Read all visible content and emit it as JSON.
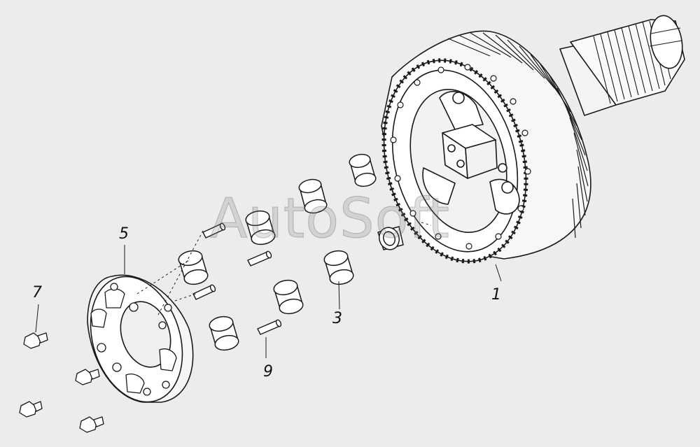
{
  "watermark": "AutoSoft",
  "callouts": {
    "part_1": "1",
    "part_3": "3",
    "part_5": "5",
    "part_7": "7",
    "part_9": "9"
  },
  "colors": {
    "background": "#ececec",
    "line": "#1a1a1a",
    "part_fill": "#ffffff"
  }
}
